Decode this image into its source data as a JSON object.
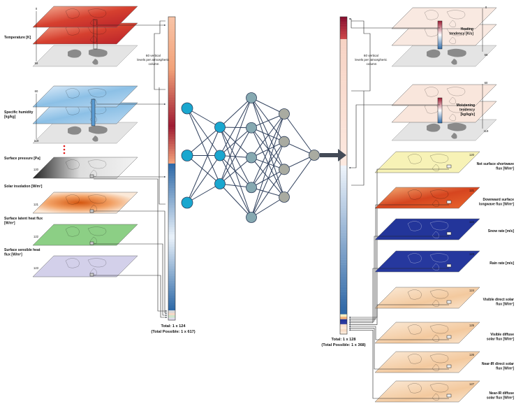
{
  "input": {
    "variables": [
      {
        "label": "Temperature [K]",
        "levels": [
          "0",
          "59"
        ],
        "kind": "temp"
      },
      {
        "label": "Specific humidity [kg/kg]",
        "levels": [
          "60",
          "119"
        ],
        "kind": "humid"
      },
      {
        "label": "Surface pressure [Pa]",
        "levels": [
          "120"
        ],
        "kind": "press"
      },
      {
        "label": "Solar insolation [W/m²]",
        "levels": [
          "121"
        ],
        "kind": "insol"
      },
      {
        "label": "Surface latent heat flux [W/m²]",
        "levels": [
          "122"
        ],
        "kind": "latent"
      },
      {
        "label": "Surface sensible heat flux [W/m²]",
        "levels": [
          "123"
        ],
        "kind": "sensible"
      }
    ],
    "column_note": "60 vertical levels per atmospheric column",
    "total_line1": "Total: 1 x 124",
    "total_line2": "(Total Possible: 1 x 617)"
  },
  "network": {
    "layer_sizes": [
      3,
      3,
      5,
      4,
      1
    ],
    "layer_colors": [
      "#1aa7cf",
      "#1aa7cf",
      "#86a9b1",
      "#a9aba1",
      "#a9aba1"
    ]
  },
  "output": {
    "variables": [
      {
        "label": "Heating tendency [K/s]",
        "levels": [
          "0",
          "59"
        ],
        "kind": "heat"
      },
      {
        "label": "Moistening tendency [kg/kg/s]",
        "levels": [
          "60",
          "119"
        ],
        "kind": "moist"
      },
      {
        "label": "Net surface shortwave flux [W/m²]",
        "levels": [
          "120"
        ],
        "kind": "netsw"
      },
      {
        "label": "Downward surface longwave flux [W/m²]",
        "levels": [
          "121"
        ],
        "kind": "lw"
      },
      {
        "label": "Snow rate [m/s]",
        "levels": [
          "122"
        ],
        "kind": "snow"
      },
      {
        "label": "Rain rate [m/s]",
        "levels": [
          "123"
        ],
        "kind": "rain"
      },
      {
        "label": "Visible direct solar flux [W/m²]",
        "levels": [
          "124"
        ],
        "kind": "vdir"
      },
      {
        "label": "Visible diffuse solar flux [W/m²]",
        "levels": [
          "125"
        ],
        "kind": "vdif"
      },
      {
        "label": "Near-IR direct solar flux [W/m²]",
        "levels": [
          "126"
        ],
        "kind": "ndir"
      },
      {
        "label": "Near-IR diffuse solar flux [W/m²]",
        "levels": [
          "127"
        ],
        "kind": "ndif"
      }
    ],
    "column_note": "60 vertical levels per atmospheric column",
    "total_line1": "Total: 1 x 128",
    "total_line2": "(Total Possible: 1 x 368)"
  },
  "colors": {
    "temperature": "#cf3a2e",
    "humidity": "#6ea9d8",
    "input_upper_column": "#f2a279",
    "input_mid_column": "#9e1b32",
    "input_lower_column": "#2f6aa8",
    "output_column_top": "#8a1130",
    "output_column_bottom": "#2d66a5",
    "arrow": "#444b57",
    "land": "#8a8a8a",
    "ocean_plane": "#e4e4e4"
  }
}
